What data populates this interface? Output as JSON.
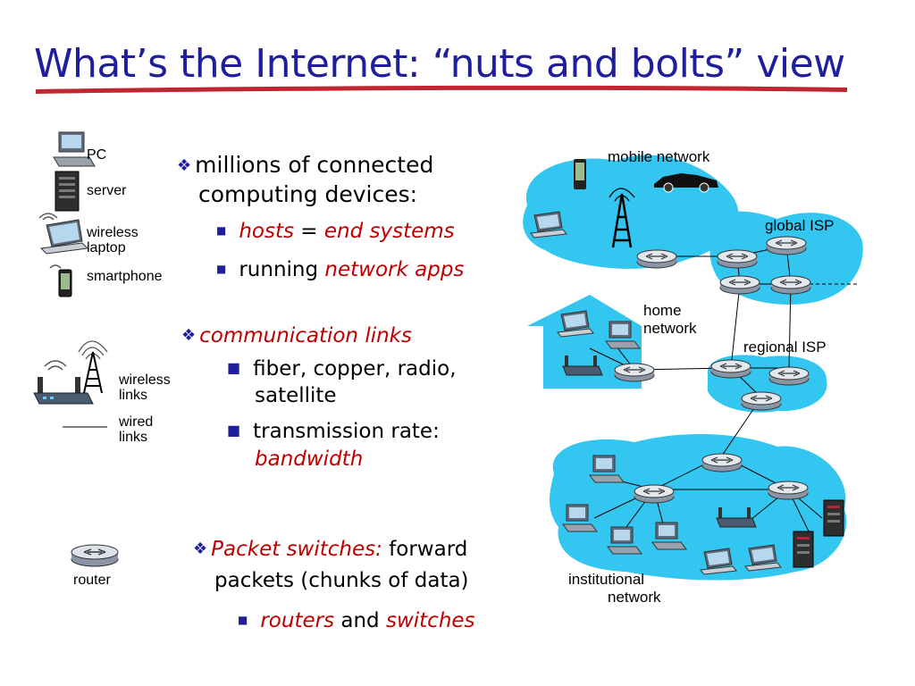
{
  "slide": {
    "title": "What’s the Internet: “nuts and bolts” view",
    "accent_color": "#1f1f9c",
    "emphasis_color": "#c00000",
    "cloud_color": "#33c6f0"
  },
  "legend": {
    "pc": "PC",
    "server": "server",
    "wireless_laptop_1": "wireless",
    "wireless_laptop_2": "laptop",
    "smartphone": "smartphone",
    "wireless_links_1": "wireless",
    "wireless_links_2": "links",
    "wired_links_1": "wired",
    "wired_links_2": "links",
    "router": "router"
  },
  "bullets": {
    "b1_line1": "millions of connected",
    "b1_line2": "computing devices:",
    "b1_sub1_a": "hosts",
    "b1_sub1_b": " = ",
    "b1_sub1_c": "end systems",
    "b1_sub2_a": "running ",
    "b1_sub2_b": "network apps",
    "b2_line1": "communication links",
    "b2_sub1_line1": "fiber, copper, radio,",
    "b2_sub1_line2": "satellite",
    "b2_sub2_line1": "transmission rate:",
    "b2_sub2_line2": "bandwidth",
    "b3_a": "Packet switches:",
    "b3_b": " forward",
    "b3_line2": "packets (chunks of data)",
    "b3_sub1_a": "routers",
    "b3_sub1_b": " and ",
    "b3_sub1_c": "switches"
  },
  "network_labels": {
    "mobile": "mobile network",
    "global_isp": "global ISP",
    "home_1": "home",
    "home_2": "network",
    "regional_isp": "regional ISP",
    "institutional_1": "institutional",
    "institutional_2": "network"
  },
  "icons": [
    "pc-icon",
    "server-icon",
    "laptop-icon",
    "smartphone-icon",
    "wireless-router-icon",
    "cell-tower-icon",
    "router-icon",
    "car-icon"
  ]
}
